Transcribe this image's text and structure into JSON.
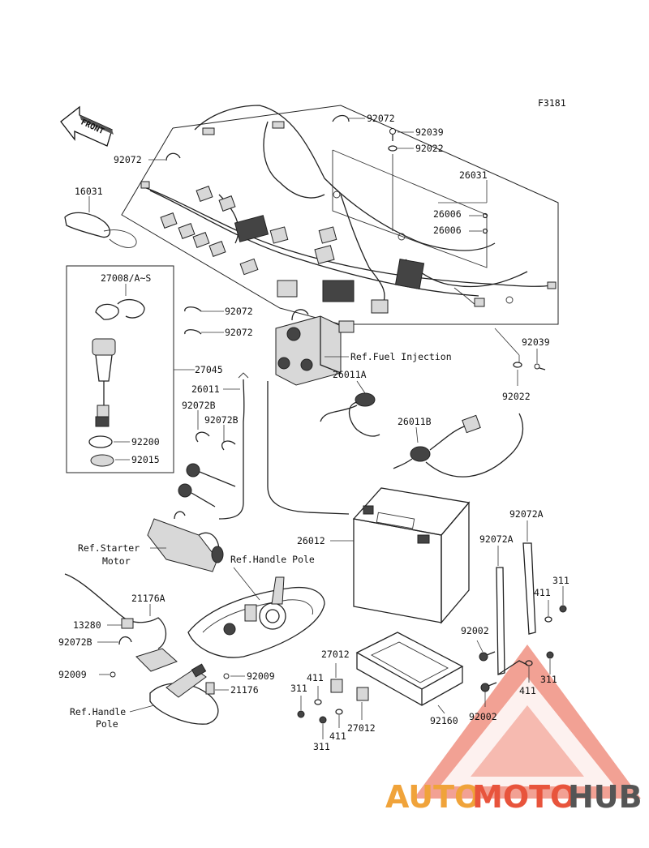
{
  "figure_code": "F3181",
  "front_label": "FRONT",
  "watermark": {
    "auto": "AUTO",
    "moto": "MOTO",
    "hub": "HUB"
  },
  "colors": {
    "watermark_triangle": "#e8543c",
    "watermark_auto": "#f0a33a",
    "watermark_hub": "#555555"
  },
  "labels": {
    "p92072_top": "92072",
    "p92039_top": "92039",
    "p92022_top": "92022",
    "p92072_left": "92072",
    "p26031": "26031",
    "p16031": "16031",
    "p26006_a": "26006",
    "p26006_b": "26006",
    "p27008": "27008/A~S",
    "p92072_mid1": "92072",
    "p92072_mid2": "92072",
    "p27045": "27045",
    "ref_fuel": "Ref.Fuel Injection",
    "p92039_right": "92039",
    "p92022_right": "92022",
    "p26011": "26011",
    "p26011a": "26011A",
    "p92072b_a": "92072B",
    "p92072b_b": "92072B",
    "p26011b": "26011B",
    "p92200": "92200",
    "p92015": "92015",
    "ref_starter_1": "Ref.Starter",
    "ref_starter_2": "Motor",
    "ref_handle_pole_a": "Ref.Handle Pole",
    "p26012": "26012",
    "p92072a_a": "92072A",
    "p92072a_b": "92072A",
    "p311_a": "311",
    "p411_a": "411",
    "p21176a": "21176A",
    "p13280": "13280",
    "p92072b_c": "92072B",
    "p92002_a": "92002",
    "p27012_a": "27012",
    "p311_b": "311",
    "p411_b": "411",
    "p92009_a": "92009",
    "p92009_b": "92009",
    "p411_c": "411",
    "p311_c": "311",
    "p21176": "21176",
    "ref_handle_1": "Ref.Handle",
    "ref_handle_2": "Pole",
    "p27012_b": "27012",
    "p411_d": "411",
    "p311_d": "311",
    "p92160": "92160",
    "p92002_b": "92002"
  }
}
